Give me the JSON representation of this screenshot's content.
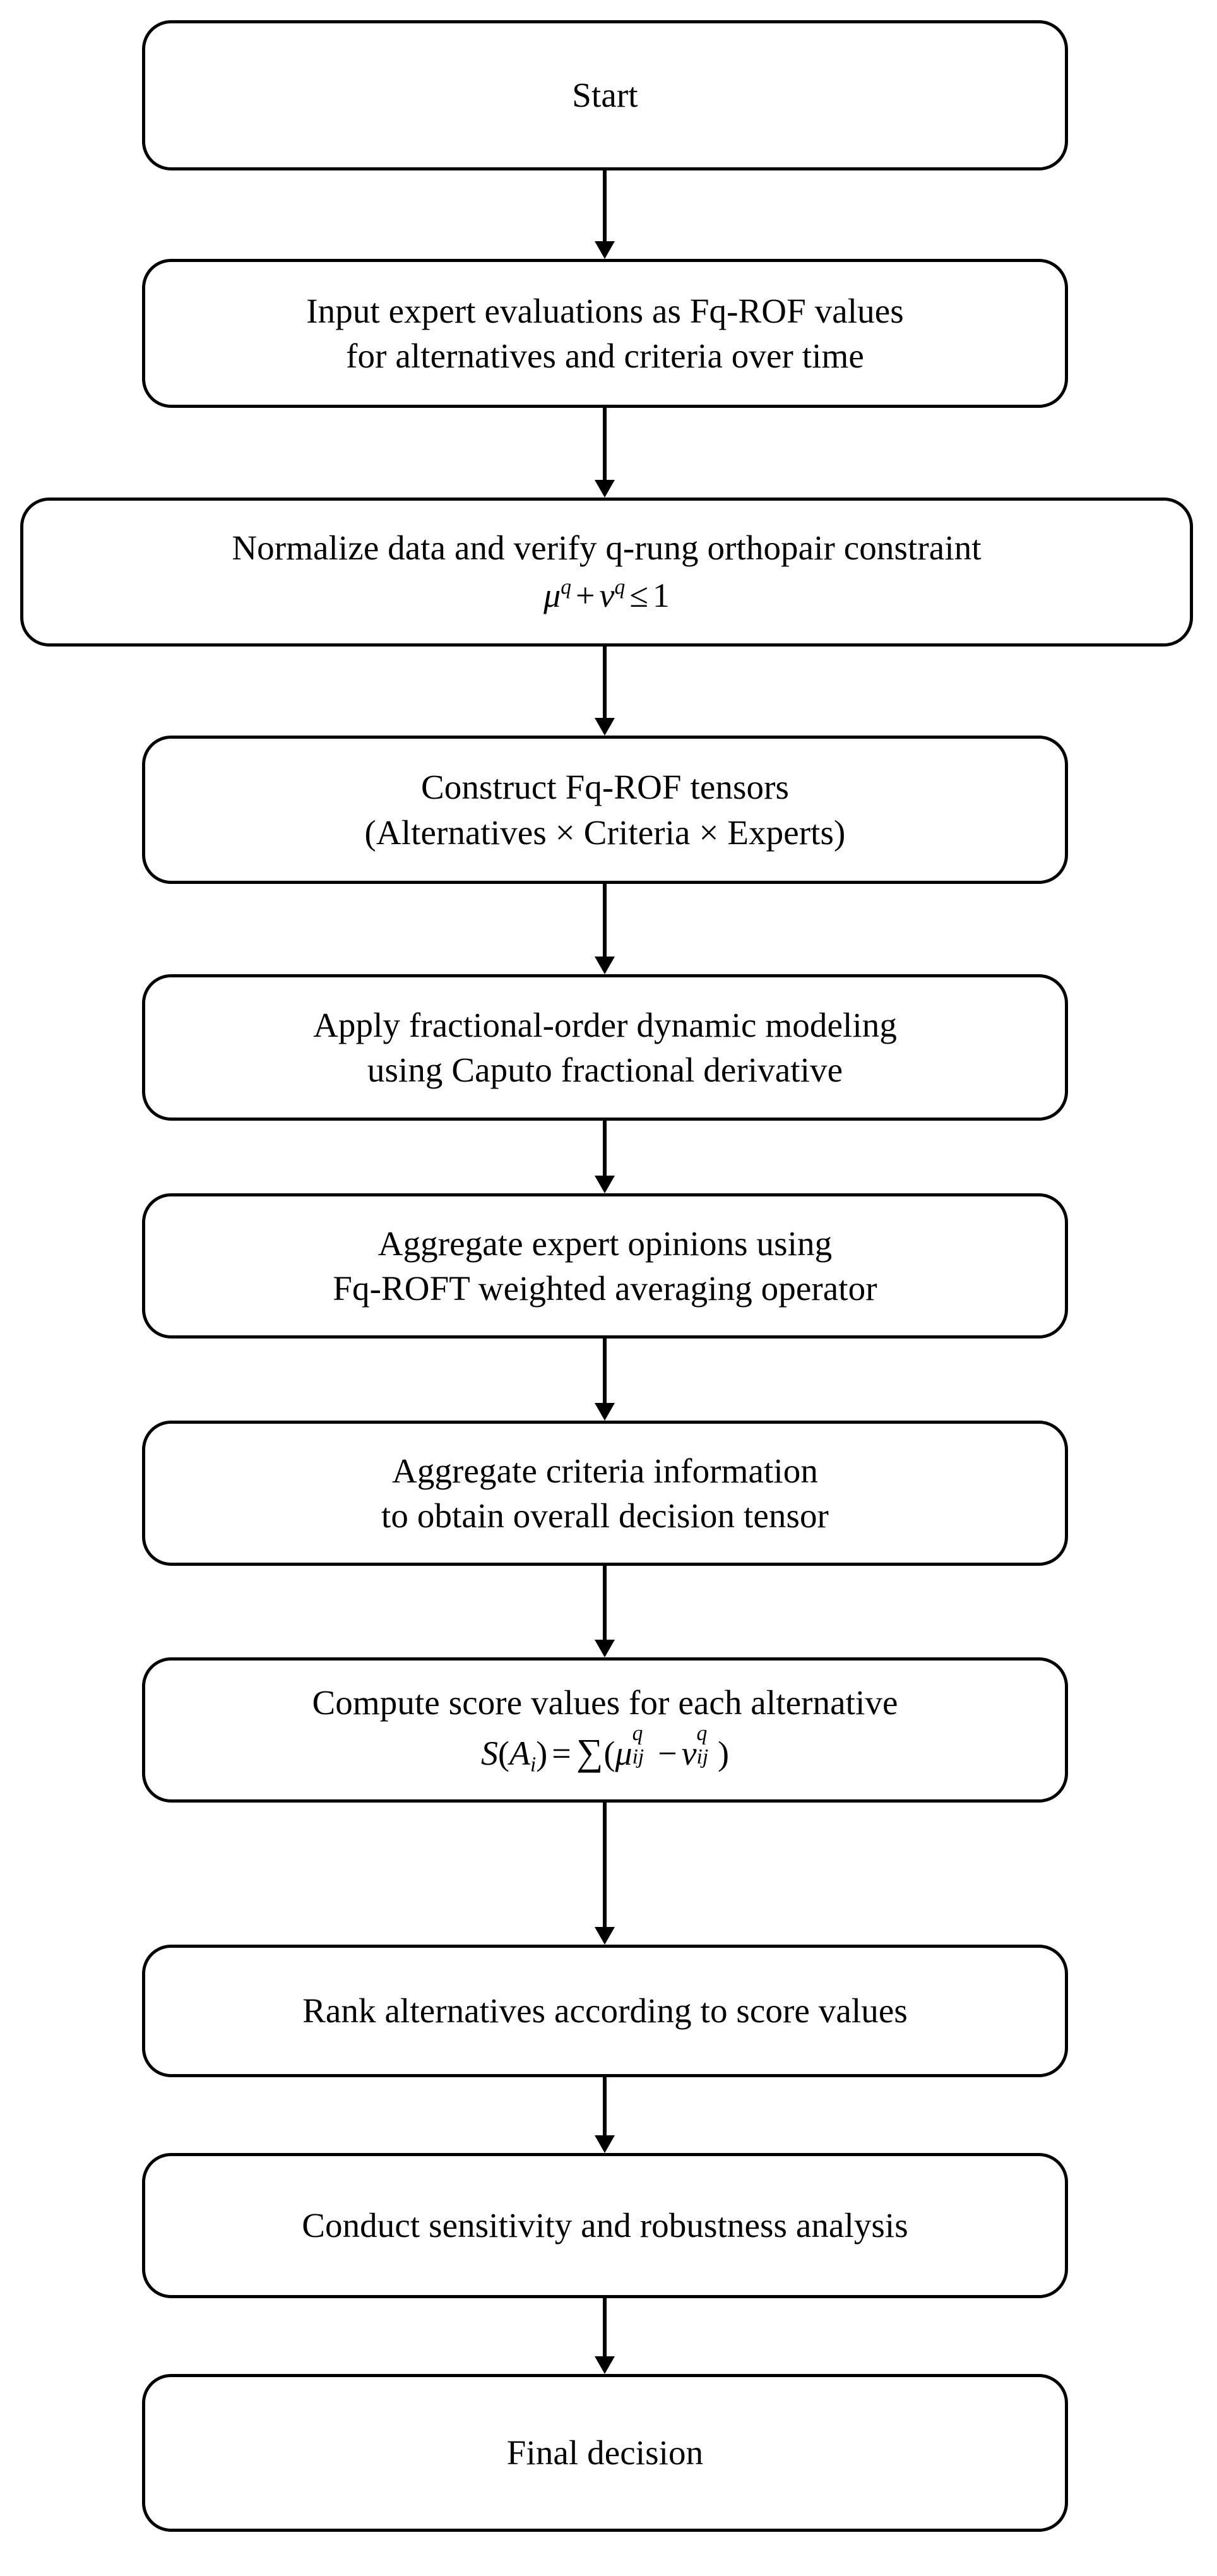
{
  "diagram": {
    "title": "Fq-ROFT fractional-order dynamic MCDM flowchart",
    "orientation": "vertical top-to-bottom",
    "stroke_color": "#000000",
    "fill_color": "#ffffff",
    "nodes": [
      {
        "id": "start",
        "shape": "rounded-rectangle",
        "label": "Start"
      },
      {
        "id": "input-evaluations",
        "shape": "rounded-rectangle",
        "label": "Input expert evaluations as Fq-ROF values\nfor alternatives and criteria over time"
      },
      {
        "id": "normalize-verify",
        "shape": "rounded-rectangle",
        "label": "Normalize data and verify q-rung orthopair constraint",
        "formula": "μᵠ + νᵠ ≤ 1",
        "formula_parts": {
          "mu": "μ",
          "mu_sup": "q",
          "plus": "+",
          "nu": "ν",
          "nu_sup": "q",
          "relation": "≤",
          "rhs": "1"
        }
      },
      {
        "id": "construct-tensors",
        "shape": "rounded-rectangle",
        "label": "Construct Fq-ROF tensors\n(Alternatives × Criteria × Experts)"
      },
      {
        "id": "fractional-modeling",
        "shape": "rounded-rectangle",
        "label": "Apply fractional-order dynamic modeling\nusing Caputo fractional derivative"
      },
      {
        "id": "aggregate-experts",
        "shape": "rounded-rectangle",
        "label": "Aggregate expert opinions using\nFq-ROFT weighted averaging operator"
      },
      {
        "id": "aggregate-criteria",
        "shape": "rounded-rectangle",
        "label": "Aggregate criteria information\nto obtain overall decision tensor"
      },
      {
        "id": "compute-scores",
        "shape": "rounded-rectangle",
        "label": "Compute score values for each alternative",
        "formula": "S(Aᵢ) = ∑(μᵠᵢⱼ − νᵠᵢⱼ)",
        "formula_parts": {
          "fn": "S",
          "open": "(",
          "arg": "A",
          "arg_sub": "i",
          "close": ")",
          "equals": "=",
          "sum": "∑",
          "mu": "μ",
          "mu_sup": "q",
          "mu_sub": "ij",
          "minus": "−",
          "nu": "ν",
          "nu_sup": "q",
          "nu_sub": "ij"
        }
      },
      {
        "id": "rank-alternatives",
        "shape": "rounded-rectangle",
        "label": "Rank alternatives according to score values"
      },
      {
        "id": "sensitivity-analysis",
        "shape": "rounded-rectangle",
        "label": "Conduct sensitivity and robustness analysis"
      },
      {
        "id": "final-decision",
        "shape": "rounded-rectangle",
        "label": "Final decision"
      }
    ],
    "edges": [
      {
        "from": "start",
        "to": "input-evaluations",
        "style": "solid-arrow-down"
      },
      {
        "from": "input-evaluations",
        "to": "normalize-verify",
        "style": "solid-arrow-down"
      },
      {
        "from": "normalize-verify",
        "to": "construct-tensors",
        "style": "solid-arrow-down"
      },
      {
        "from": "construct-tensors",
        "to": "fractional-modeling",
        "style": "solid-arrow-down"
      },
      {
        "from": "fractional-modeling",
        "to": "aggregate-experts",
        "style": "solid-arrow-down"
      },
      {
        "from": "aggregate-experts",
        "to": "aggregate-criteria",
        "style": "solid-arrow-down"
      },
      {
        "from": "aggregate-criteria",
        "to": "compute-scores",
        "style": "solid-arrow-down"
      },
      {
        "from": "compute-scores",
        "to": "rank-alternatives",
        "style": "solid-arrow-down"
      },
      {
        "from": "rank-alternatives",
        "to": "sensitivity-analysis",
        "style": "solid-arrow-down"
      },
      {
        "from": "sensitivity-analysis",
        "to": "final-decision",
        "style": "solid-arrow-down"
      }
    ]
  }
}
